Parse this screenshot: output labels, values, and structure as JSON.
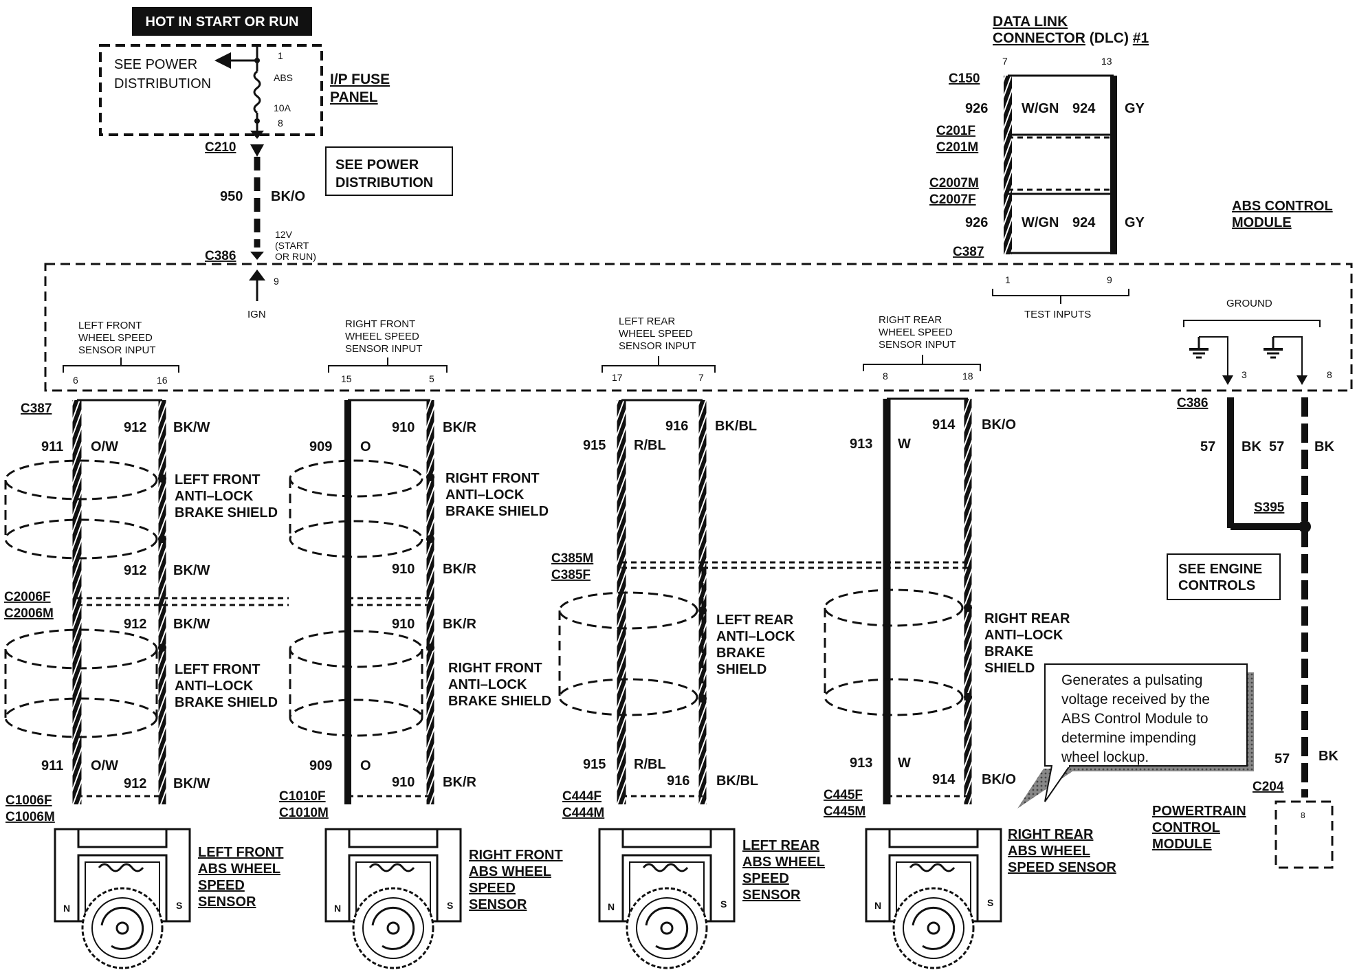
{
  "top": {
    "hot_label": "HOT IN START OR RUN",
    "see_power_1": "SEE POWER",
    "see_power_2": "DISTRIBUTION",
    "fuse_pin_top": "1",
    "fuse_name": "ABS",
    "fuse_rating": "10A",
    "fuse_pin_bottom": "8",
    "ip_fuse_1": "I/P FUSE",
    "ip_fuse_2": "PANEL",
    "c210": "C210",
    "wire_950": "950",
    "wire_950_color": "BK/O",
    "see_power_box_1": "SEE POWER",
    "see_power_box_2": "DISTRIBUTION",
    "c386_top": "C386",
    "v12_1": "12V",
    "v12_2": "(START",
    "v12_3": "OR RUN)",
    "ign_pin": "9",
    "ign": "IGN"
  },
  "dlc": {
    "title_1": "DATA LINK",
    "title_2a": "CONNECTOR",
    "title_2b": " (DLC) ",
    "title_2c": "#1",
    "pin_left": "7",
    "pin_right": "13",
    "c150": "C150",
    "c201f": "C201F",
    "c201m": "C201M",
    "c2007m": "C2007M",
    "c2007f": "C2007F",
    "c387": "C387",
    "wire_926_a": "926",
    "wire_926_color_a": "W/GN",
    "wire_924_a": "924",
    "wire_924_color_a": "GY",
    "wire_926_b": "926",
    "wire_926_color_b": "W/GN",
    "wire_924_b": "924",
    "wire_924_color_b": "GY",
    "test_pin_1": "1",
    "test_pin_9": "9",
    "test_inputs": "TEST INPUTS"
  },
  "module": {
    "abs_1": "ABS CONTROL",
    "abs_2": "MODULE",
    "ground": "GROUND",
    "ground_pin_a": "3",
    "ground_pin_b": "8",
    "lf_in_1": "LEFT FRONT",
    "lf_in_2": "WHEEL SPEED",
    "lf_in_3": "SENSOR INPUT",
    "lf_pin_a": "6",
    "lf_pin_b": "16",
    "rf_in_1": "RIGHT FRONT",
    "rf_in_2": "WHEEL SPEED",
    "rf_in_3": "SENSOR INPUT",
    "rf_pin_a": "15",
    "rf_pin_b": "5",
    "lr_in_1": "LEFT REAR",
    "lr_in_2": "WHEEL SPEED",
    "lr_in_3": "SENSOR INPUT",
    "lr_pin_a": "17",
    "lr_pin_b": "7",
    "rr_in_1": "RIGHT REAR",
    "rr_in_2": "WHEEL SPEED",
    "rr_in_3": "SENSOR INPUT",
    "rr_pin_a": "8",
    "rr_pin_b": "18"
  },
  "front_left": {
    "c387": "C387",
    "w911": "911",
    "c911": "O/W",
    "w912": "912",
    "c912": "BK/W",
    "shield_1": "LEFT FRONT",
    "shield_2": "ANTI–LOCK",
    "shield_3": "BRAKE SHIELD",
    "w912_b": "912",
    "c912_b": "BK/W",
    "c2006f": "C2006F",
    "c2006m": "C2006M",
    "w912_c": "912",
    "c912_c": "BK/W",
    "shield2_1": "LEFT FRONT",
    "shield2_2": "ANTI–LOCK",
    "shield2_3": "BRAKE SHIELD",
    "w911_d": "911",
    "c911_d": "O/W",
    "w912_d": "912",
    "c912_d": "BK/W",
    "c1006f": "C1006F",
    "c1006m": "C1006M",
    "sensor_1": "LEFT FRONT",
    "sensor_2": "ABS WHEEL",
    "sensor_3": "SPEED",
    "sensor_4": "SENSOR"
  },
  "front_right": {
    "w909": "909",
    "c909": "O",
    "w910": "910",
    "c910": "BK/R",
    "shield_1": "RIGHT FRONT",
    "shield_2": "ANTI–LOCK",
    "shield_3": "BRAKE SHIELD",
    "w910_b": "910",
    "c910_b": "BK/R",
    "w910_c": "910",
    "c910_c": "BK/R",
    "shield2_1": "RIGHT FRONT",
    "shield2_2": "ANTI–LOCK",
    "shield2_3": "BRAKE SHIELD",
    "w909_d": "909",
    "c909_d": "O",
    "w910_d": "910",
    "c910_d": "BK/R",
    "c1010f": "C1010F",
    "c1010m": "C1010M",
    "sensor_1": "RIGHT FRONT",
    "sensor_2": "ABS WHEEL",
    "sensor_3": "SPEED",
    "sensor_4": "SENSOR"
  },
  "rear_left": {
    "w915": "915",
    "c915": "R/BL",
    "w916": "916",
    "c916": "BK/BL",
    "c385m": "C385M",
    "c385f": "C385F",
    "shield_1": "LEFT REAR",
    "shield_2": "ANTI–LOCK",
    "shield_3": "BRAKE",
    "shield_4": "SHIELD",
    "w915_d": "915",
    "c915_d": "R/BL",
    "w916_d": "916",
    "c916_d": "BK/BL",
    "c444f": "C444F",
    "c444m": "C444M",
    "sensor_1": "LEFT REAR",
    "sensor_2": "ABS WHEEL",
    "sensor_3": "SPEED",
    "sensor_4": "SENSOR"
  },
  "rear_right": {
    "w913": "913",
    "c913": "W",
    "w914": "914",
    "c914": "BK/O",
    "shield_1": "RIGHT REAR",
    "shield_2": "ANTI–LOCK",
    "shield_3": "BRAKE",
    "shield_4": "SHIELD",
    "w913_d": "913",
    "c913_d": "W",
    "w914_d": "914",
    "c914_d": "BK/O",
    "c445f": "C445F",
    "c445m": "C445M",
    "sensor_1": "RIGHT REAR",
    "sensor_2": "ABS WHEEL",
    "sensor_3": "SPEED SENSOR"
  },
  "ground_circuit": {
    "c386": "C386",
    "w57_a": "57",
    "c57_a": "BK",
    "w57_b": "57",
    "c57_b": "BK",
    "s395": "S395",
    "see_engine_1": "SEE ENGINE",
    "see_engine_2": "CONTROLS",
    "w57_c": "57",
    "c57_c": "BK",
    "c204": "C204",
    "pcm_pin": "8",
    "pcm_1": "POWERTRAIN",
    "pcm_2": "CONTROL",
    "pcm_3": "MODULE"
  },
  "callout": {
    "line_1": "Generates a pulsating",
    "line_2": "voltage received by the",
    "line_3": "ABS Control Module to",
    "line_4": "determine impending",
    "line_5": "wheel lockup."
  },
  "sensor_marks": {
    "north": "N",
    "south": "S"
  }
}
